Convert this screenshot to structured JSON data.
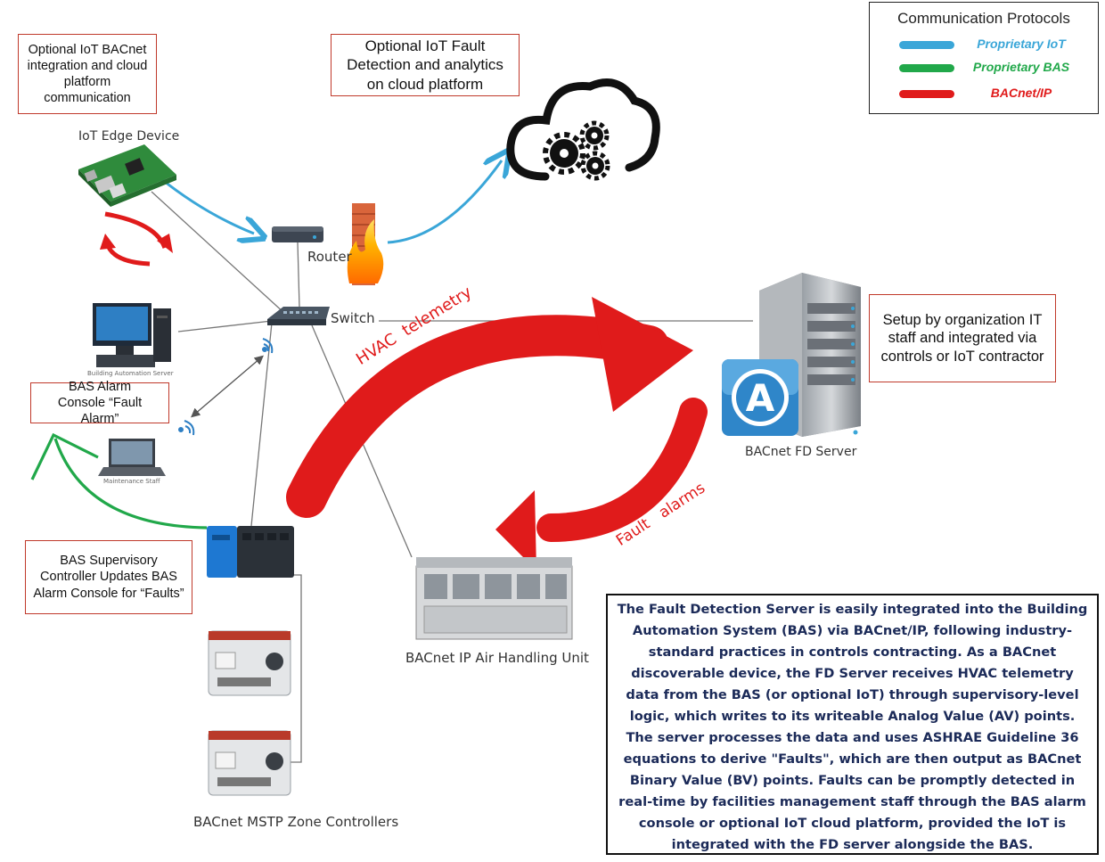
{
  "legend": {
    "title": "Communication Protocols",
    "items": [
      {
        "label": "Proprietary IoT",
        "color": "#3aa6d8"
      },
      {
        "label": "Proprietary BAS",
        "color": "#21a84a"
      },
      {
        "label": "BACnet/IP",
        "color": "#e01b1b"
      }
    ]
  },
  "notes": {
    "iot_bacnet": "Optional IoT BACnet integration and cloud platform communication",
    "iot_fault": "Optional IoT Fault Detection and analytics on cloud platform",
    "setup": "Setup by organization IT staff and integrated via controls or IoT contractor",
    "alarm_console": "BAS Alarm Console “Fault Alarm”",
    "supervisory": "BAS Supervisory Controller Updates BAS Alarm Console for “Faults”"
  },
  "devices": {
    "iot_edge": "IoT Edge Device",
    "router": "Router",
    "switch": "Switch",
    "fd_server": "BACnet FD Server",
    "ahu": "BACnet IP Air Handling Unit",
    "zone_controllers": "BACnet MSTP Zone Controllers",
    "bas_server": "Building Automation Server",
    "maintenance": "Maintenance Staff"
  },
  "arrows": {
    "telemetry": "HVAC  telemetry",
    "alarms": "Fault   alarms"
  },
  "colors": {
    "note_border": "#c0392b",
    "bacnet_red": "#e01b1b",
    "iot_blue": "#3aa6d8",
    "bas_green": "#21a84a",
    "summary_text": "#1b2a58"
  },
  "summary": "The Fault Detection Server is easily integrated into the Building Automation System (BAS) via BACnet/IP, following industry-standard practices in controls contracting. As a BACnet discoverable device, the FD Server receives HVAC telemetry data from the BAS (or optional IoT) through supervisory-level logic, which writes to its writeable Analog Value (AV) points. The server processes the data and uses ASHRAE Guideline 36 equations to derive \"Faults\", which are then output as BACnet Binary Value (BV) points. Faults can be promptly detected in real-time by facilities management staff through the BAS alarm console or optional IoT cloud platform, provided the IoT is integrated with the FD server alongside the BAS."
}
